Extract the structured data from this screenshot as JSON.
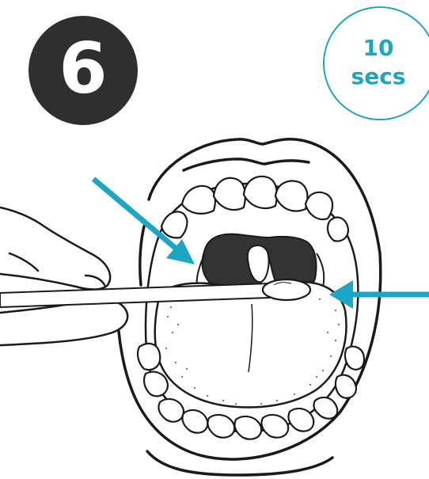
{
  "step": {
    "number": "6"
  },
  "timer": {
    "value": "10",
    "unit": "secs"
  },
  "colors": {
    "step_badge": "#2f2f2f",
    "accent": "#1aa6c4",
    "line": "#1a1a1a"
  },
  "icons": {
    "arrow_left": "arrow-pointing-down-right",
    "arrow_right": "arrow-pointing-left"
  }
}
